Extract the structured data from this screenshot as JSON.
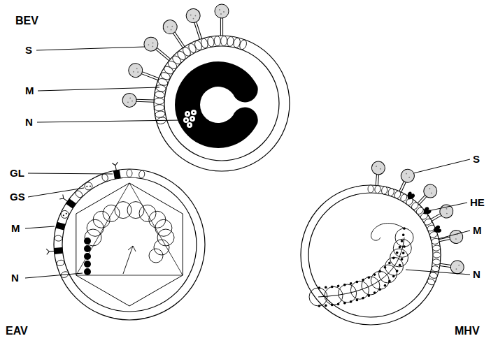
{
  "diagram": {
    "labels": [
      "BEV",
      "S",
      "M",
      "N",
      "GL",
      "GS",
      "M",
      "N",
      "EAV",
      "S",
      "HE",
      "M",
      "N",
      "MHV"
    ]
  }
}
